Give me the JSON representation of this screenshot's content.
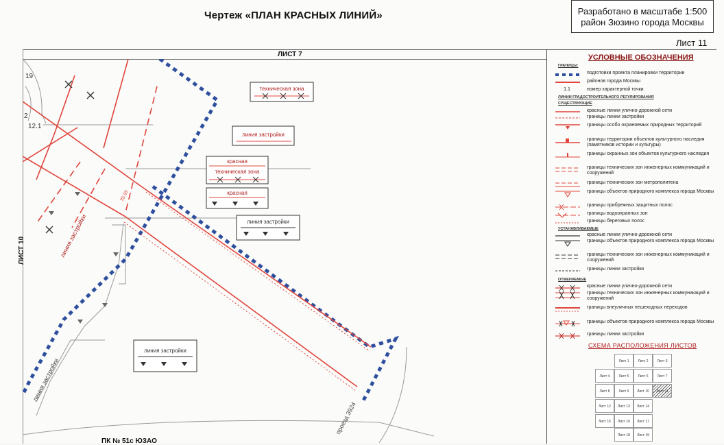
{
  "header": {
    "title": "Чертеж «ПЛАН КРАСНЫХ ЛИНИЙ»",
    "scale_line1": "Разработано в масштабе 1:500",
    "scale_line2": "район Зюзино города Москвы",
    "sheet_number": "Лист 11"
  },
  "map": {
    "top_sheet_label": "ЛИСТ 7",
    "left_sheet_label": "ЛИСТ 10",
    "bottom_note": "ПК № 51с ЮЗАО",
    "point_label_1": "12.1",
    "point_label_2": "2",
    "point_label_3": "19",
    "dim_label": "35.95",
    "road_label": "проезд 3924",
    "diagonal_label_1": "линия застройки",
    "diagonal_label_2": "линия застройки",
    "boxes": {
      "tech_zone_1": "техническая зона",
      "build_line_1": "линия застройки",
      "red_1": "красная",
      "tech_zone_2": "техническая зона",
      "red_2": "красная",
      "build_line_2": "линия застройки",
      "build_line_3": "линия застройки"
    }
  },
  "legend": {
    "title": "УСЛОВНЫЕ ОБОЗНАЧЕНИЯ",
    "group_borders": "ГРАНИЦЫ:",
    "group_gradreg": "ЛИНИИ ГРАДОСТРОИТЕЛЬНОГО РЕГУЛИРОВАНИЯ",
    "group_existing": "СУЩЕСТВУЮЩИЕ",
    "group_established": "УСТАНАВЛИВАЕМЫЕ",
    "group_cancelled": "ОТМЕНЯЕМЫЕ",
    "items": [
      "подготовки проекта планировки территории",
      "районов города Москвы",
      "номер характерной точки",
      "красные линии улично-дорожной сети",
      "границы линии застройки",
      "границы особо охраняемых природных территорий",
      "границы территории объектов культурного наследия (памятников истории и культуры)",
      "границы охранных зон объектов культурного наследия",
      "границы технических зон инженерных коммуникаций и сооружений",
      "границы технических зон метрополитена",
      "границы объектов природного комплекса города Москвы",
      "границы прибрежных защитных полос",
      "границы водоохранных зон",
      "границы береговых полос",
      "красные линии улично-дорожной сети",
      "границы объектов природного комплекса города Москвы",
      "границы технических зон инженерных коммуникаций и сооружений",
      "границы линии застройки",
      "красные линии улично-дорожной сети",
      "границы технических зон инженерных коммуникаций и сооружений",
      "границы внеуличных пешеходных переходов",
      "границы объектов природного комплекса города Москвы",
      "границы линии застройки"
    ],
    "point_symbol": "1.1",
    "scheme_title": "СХЕМА РАСПОЛОЖЕНИЯ ЛИСТОВ",
    "scheme_cells": [
      "Лист 1",
      "Лист 2",
      "Лист 3",
      "Лист 4",
      "Лист 5",
      "Лист 6",
      "Лист 7",
      "Лист 8",
      "Лист 9",
      "Лист 10",
      "Лист 11",
      "Лист 12",
      "Лист 13",
      "Лист 14",
      "Лист 15",
      "Лист 16",
      "Лист 17",
      "Лист 18",
      "Лист 19"
    ]
  },
  "colors": {
    "red_line": "#e0443a",
    "blue_dash": "#2e4f9e",
    "frame": "#333333"
  }
}
